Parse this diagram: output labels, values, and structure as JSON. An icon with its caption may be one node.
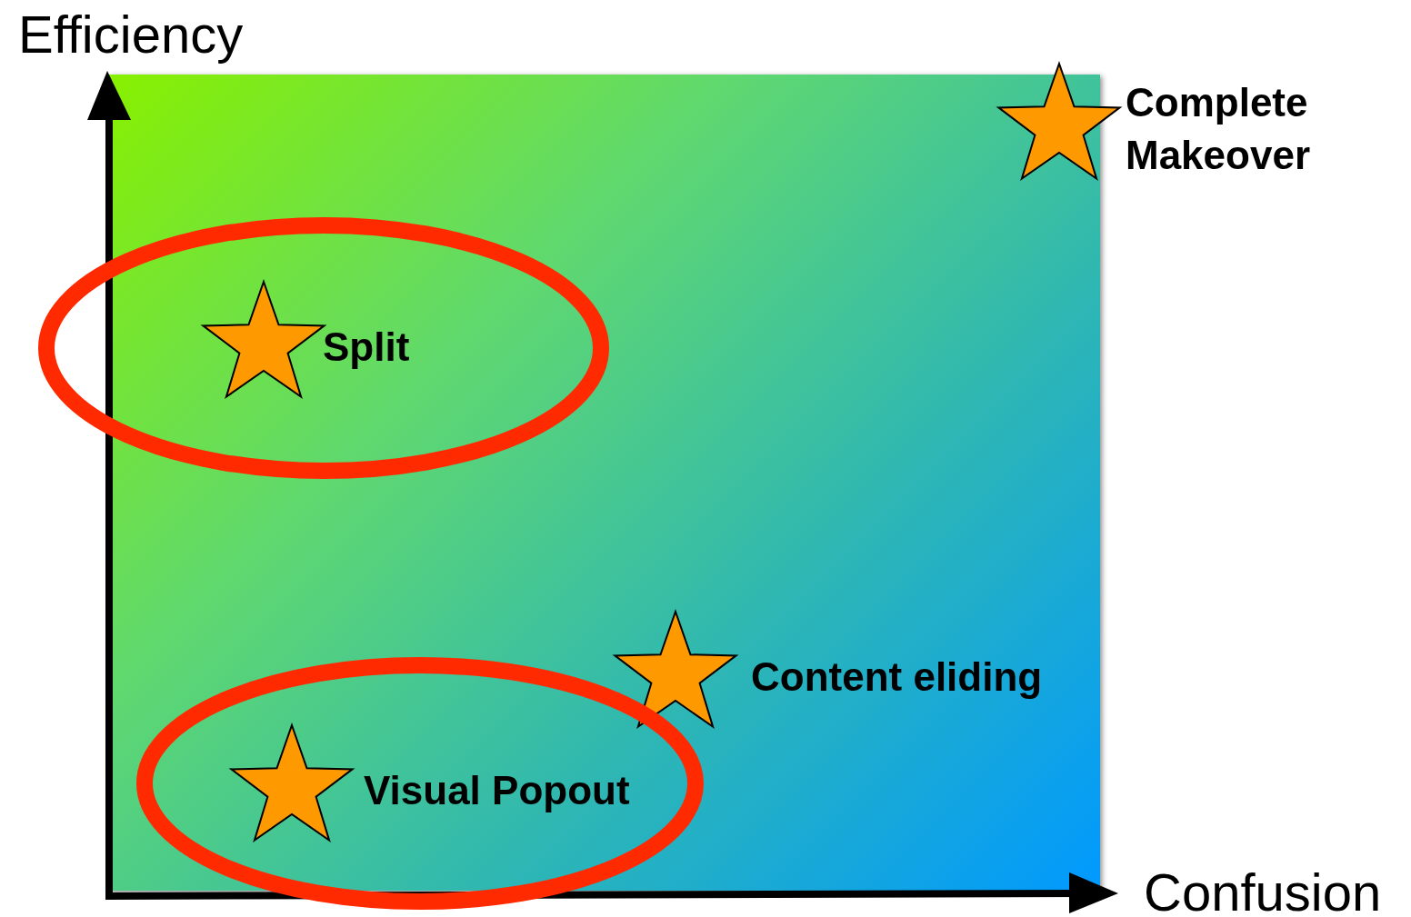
{
  "diagram": {
    "nodes": [
      {
        "text": [],
        "shape": "star",
        "beside": [
          "Complete Makeover"
        ]
      },
      {
        "text": [],
        "shape": "ellipse"
      },
      {
        "text": [],
        "shape": "star",
        "beside": [
          "Split"
        ],
        "in": 1
      },
      {
        "text": [],
        "shape": "star",
        "beside": [
          "Content eliding"
        ]
      },
      {
        "text": [],
        "shape": "ellipse"
      },
      {
        "text": [],
        "shape": "star",
        "beside": [
          "Visual Popout"
        ],
        "in": 4
      }
    ],
    "labels": [
      "Efficiency",
      "Confusion"
    ]
  }
}
